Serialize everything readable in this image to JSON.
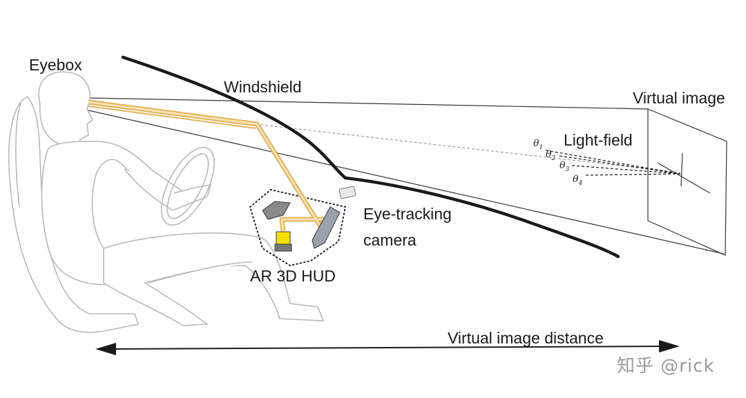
{
  "labels": {
    "eyebox": "Eyebox",
    "windshield": "Windshield",
    "virtual_image": "Virtual image",
    "light_field": "Light-field",
    "eye_tracking_1": "Eye-tracking",
    "eye_tracking_2": "camera",
    "ar_hud": "AR 3D HUD",
    "virtual_distance": "Virtual image distance"
  },
  "angles": {
    "t1": {
      "sym": "θ",
      "sub": "1"
    },
    "t2": {
      "sym": "θ",
      "sub": "2"
    },
    "t3": {
      "sym": "θ",
      "sub": "3"
    },
    "t4": {
      "sym": "θ",
      "sub": "4"
    }
  },
  "watermark": "知乎 @rick",
  "colors": {
    "line": "#1a1a1a",
    "outline": "#b8b8b8",
    "beam": "#e3b35a",
    "beam_light": "#f7e2b3",
    "device_yellow": "#f2e100",
    "device_gray": "#8a8a8a"
  }
}
